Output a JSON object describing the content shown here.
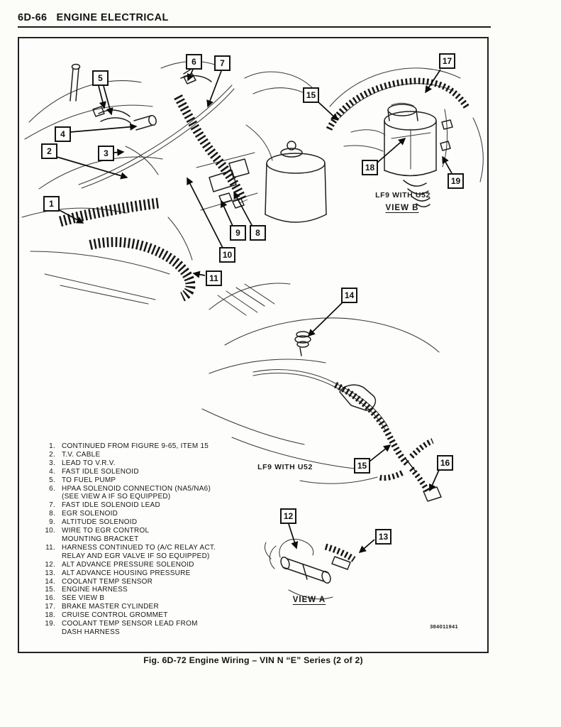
{
  "header": {
    "section_code": "6D-66",
    "title": "ENGINE ELECTRICAL"
  },
  "figure": {
    "callouts": [
      "1",
      "2",
      "3",
      "4",
      "5",
      "6",
      "7",
      "8",
      "9",
      "10",
      "11",
      "12",
      "13",
      "14",
      "15",
      "15",
      "16",
      "17",
      "18",
      "19"
    ],
    "labels": {
      "view_b_variant": "LF9 WITH U52",
      "view_b": "VIEW B",
      "middle_variant": "LF9 WITH U52",
      "view_a": "VIEW A",
      "doc_number": "384011941"
    },
    "legend": [
      {
        "num": "1.",
        "l1": "CONTINUED FROM FIGURE 9-65, ITEM 15"
      },
      {
        "num": "2.",
        "l1": "T.V. CABLE"
      },
      {
        "num": "3.",
        "l1": "LEAD TO V.R.V."
      },
      {
        "num": "4.",
        "l1": "FAST IDLE SOLENOID"
      },
      {
        "num": "5.",
        "l1": "TO FUEL PUMP"
      },
      {
        "num": "6.",
        "l1": "HPAA SOLENOID CONNECTION (NA5/NA6)",
        "l2": "(SEE VIEW A IF SO EQUIPPED)"
      },
      {
        "num": "7.",
        "l1": "FAST IDLE SOLENOID LEAD"
      },
      {
        "num": "8.",
        "l1": "EGR SOLENOID"
      },
      {
        "num": "9.",
        "l1": "ALTITUDE SOLENOID"
      },
      {
        "num": "10.",
        "l1": "WIRE TO EGR CONTROL",
        "l2": "MOUNTING BRACKET"
      },
      {
        "num": "11.",
        "l1": "HARNESS CONTINUED TO (A/C RELAY ACT.",
        "l2": "RELAY AND EGR VALVE IF SO EQUIPPED)"
      },
      {
        "num": "12.",
        "l1": "ALT ADVANCE PRESSURE SOLENOID"
      },
      {
        "num": "13.",
        "l1": "ALT ADVANCE HOUSING PRESSURE"
      },
      {
        "num": "14.",
        "l1": "COOLANT TEMP SENSOR"
      },
      {
        "num": "15.",
        "l1": "ENGINE HARNESS"
      },
      {
        "num": "16.",
        "l1": "SEE VIEW B"
      },
      {
        "num": "17.",
        "l1": "BRAKE MASTER CYLINDER"
      },
      {
        "num": "18.",
        "l1": "CRUISE CONTROL GROMMET"
      },
      {
        "num": "19.",
        "l1": "COOLANT TEMP SENSOR LEAD FROM",
        "l2": "DASH HARNESS"
      }
    ]
  },
  "caption": "Fig. 6D-72 Engine Wiring – VIN N “E” Series (2 of 2)"
}
